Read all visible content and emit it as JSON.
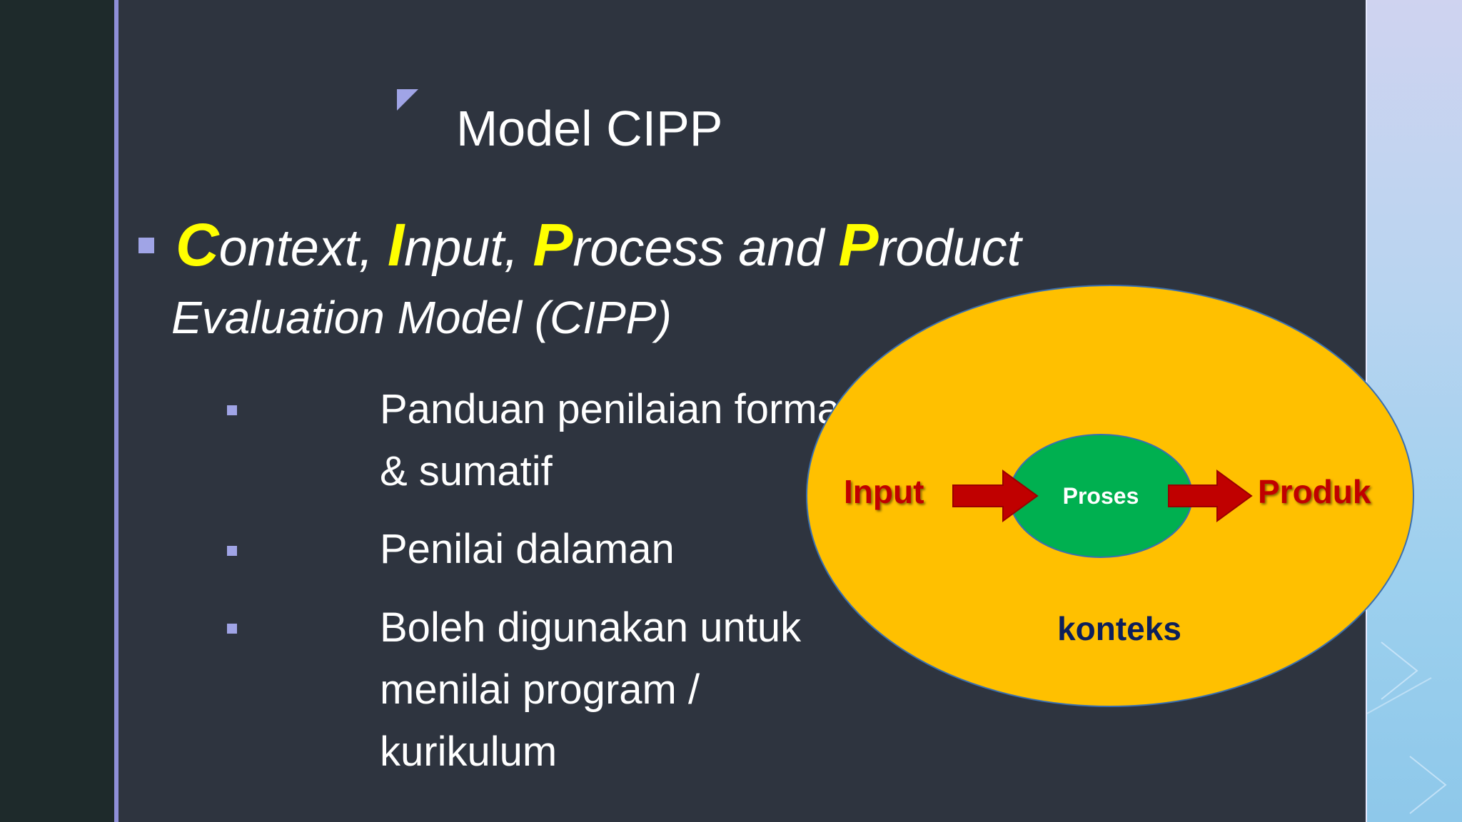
{
  "slide": {
    "title": "Model CIPP",
    "heading": {
      "c_initial": "C",
      "c_rest": "ontext, ",
      "i_initial": "I",
      "i_rest": "nput, ",
      "p1_initial": "P",
      "p1_rest": "rocess and ",
      "p2_initial": "P",
      "p2_rest": "roduct",
      "line2": "Evaluation Model (CIPP)"
    },
    "bullets": {
      "b1_line1": "Panduan penilaian formatif",
      "b1_line2": "& sumatif",
      "b2": "Penilai dalaman",
      "b3_line1": "Boleh  digunakan  untuk",
      "b3_line2": "menilai  program  /",
      "b3_line3": "kurikulum"
    }
  },
  "diagram": {
    "outer_label": "konteks",
    "inner_label": "Proses",
    "left_label": "Input",
    "right_label": "Produk"
  },
  "colors": {
    "slide_bg": "#2e343f",
    "highlight": "#ffff00",
    "outer_ellipse": "#ffc000",
    "inner_ellipse": "#00b050",
    "arrow": "#c00000",
    "konteks_text": "#0d1f5a"
  }
}
